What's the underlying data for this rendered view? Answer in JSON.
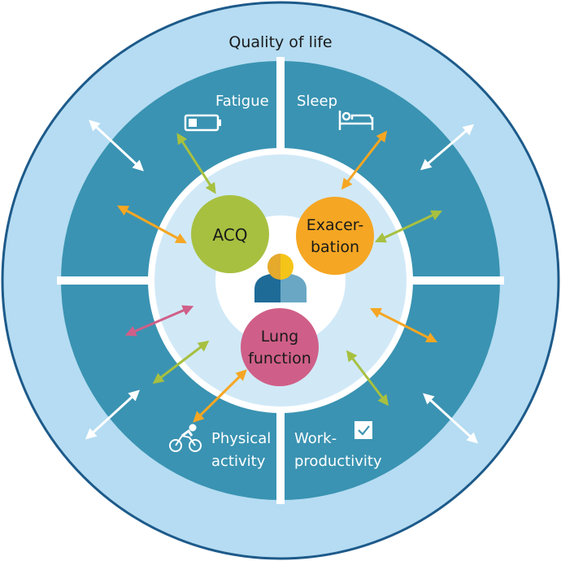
{
  "title": "Quality of life",
  "quadrants": {
    "fatigue": "Fatigue",
    "sleep": "Sleep",
    "physical_line1": "Physical",
    "physical_line2": "activity",
    "work_line1": "Work-",
    "work_line2": "productivity"
  },
  "nodes": {
    "acq": "ACQ",
    "exacerbation_line1": "Exacer-",
    "exacerbation_line2": "bation",
    "lung_line1": "Lung",
    "lung_line2": "function"
  },
  "icons": {
    "fatigue": "battery-low-icon",
    "sleep": "bed-icon",
    "physical": "cyclist-icon",
    "work": "checkbox-icon",
    "center": "patient-icon"
  },
  "colors": {
    "outer_ring": "#b5dcf2",
    "quadrant": "#3a93b2",
    "divider": "#ffffff",
    "inner_ring": "#d1e9f7",
    "acq": "#a7c040",
    "exacerbation": "#f5a623",
    "lung_function": "#cf5f88",
    "arrow_white": "#ffffff",
    "arrow_green": "#a7c040",
    "arrow_orange": "#f5a623",
    "arrow_pink": "#cf5f88"
  }
}
